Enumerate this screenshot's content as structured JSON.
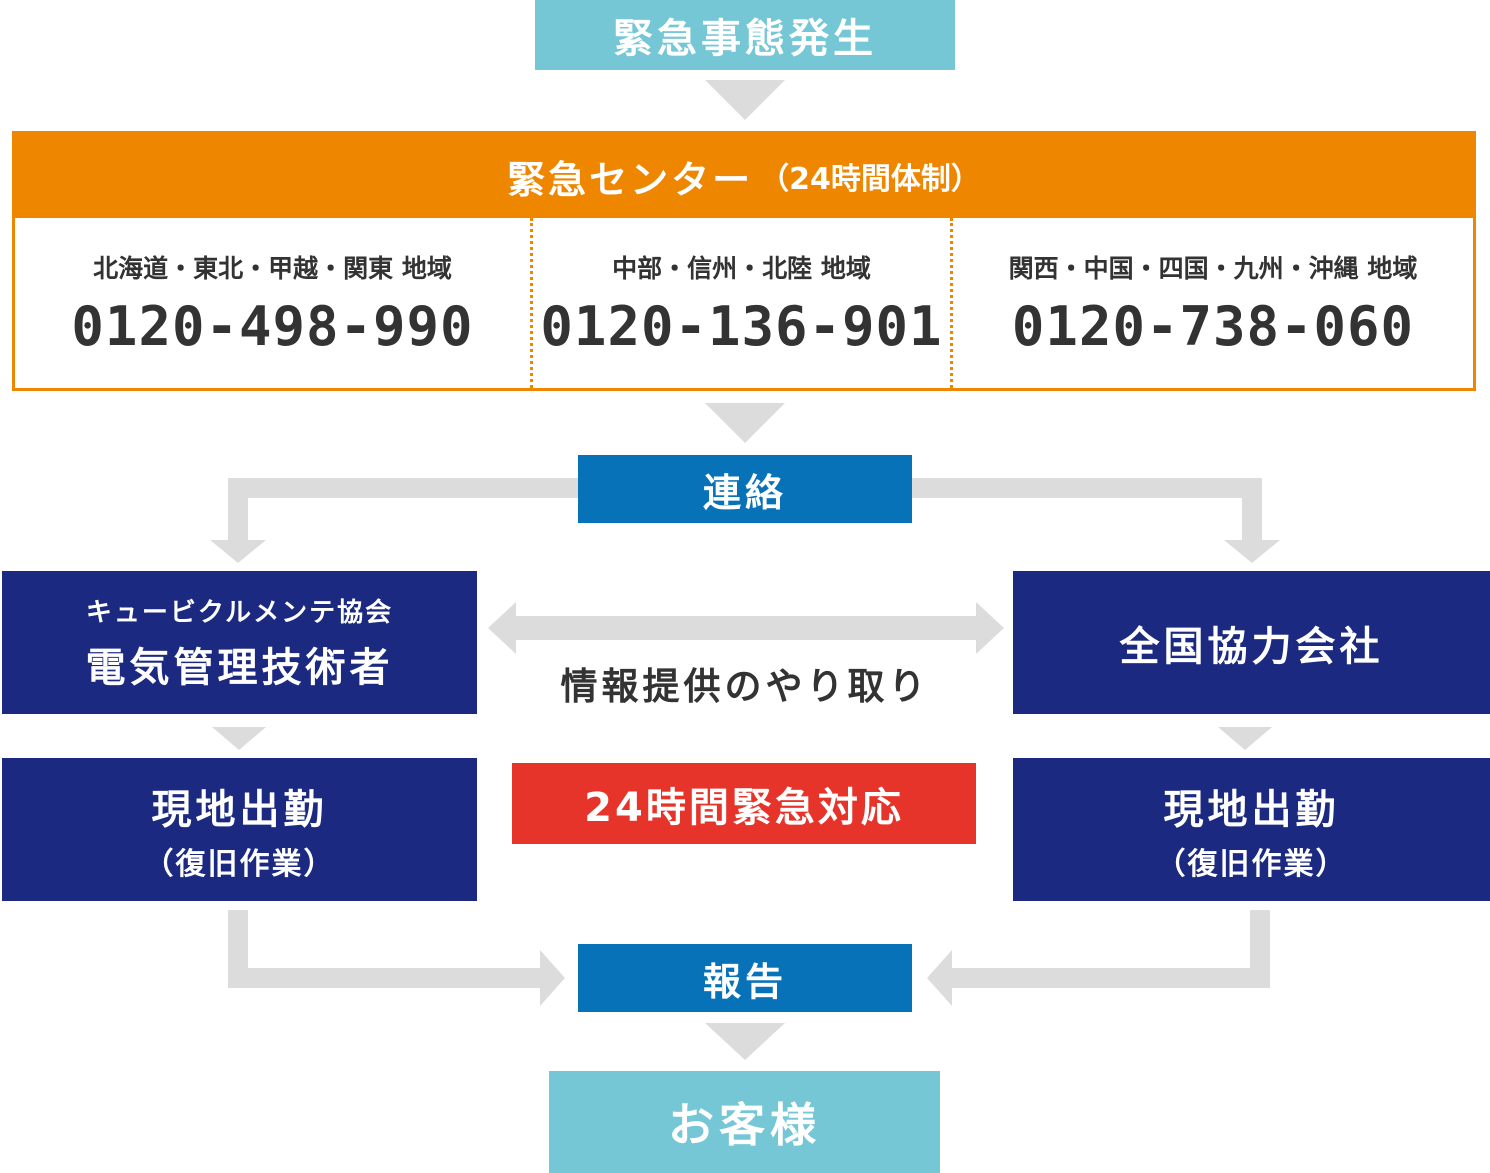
{
  "start": {
    "label": "緊急事態発生"
  },
  "center": {
    "title": "緊急センター",
    "subtitle": "（24時間体制）",
    "regions": [
      {
        "label": "北海道・東北・甲越・関東 地域",
        "phone": "0120-498-990"
      },
      {
        "label": "中部・信州・北陸 地域",
        "phone": "0120-136-901"
      },
      {
        "label": "関西・中国・四国・九州・沖縄 地域",
        "phone": "0120-738-060"
      }
    ]
  },
  "contact": {
    "label": "連絡"
  },
  "left_org": {
    "small": "キュービクルメンテ協会",
    "main": "電気管理技術者"
  },
  "right_org": {
    "main": "全国協力会社"
  },
  "exchange": {
    "label": "情報提供のやり取り"
  },
  "emergency": {
    "label": "24時間緊急対応"
  },
  "left_work": {
    "main": "現地出勤",
    "sub": "（復旧作業）"
  },
  "right_work": {
    "main": "現地出勤",
    "sub": "（復旧作業）"
  },
  "report": {
    "label": "報告"
  },
  "customer": {
    "label": "お客様"
  },
  "colors": {
    "teal": "#75c7d6",
    "orange": "#ee8600",
    "blue": "#0872b9",
    "navy": "#1b2a80",
    "red": "#e7342a",
    "connector": "#dcdcdc",
    "text_dark": "#333333"
  }
}
